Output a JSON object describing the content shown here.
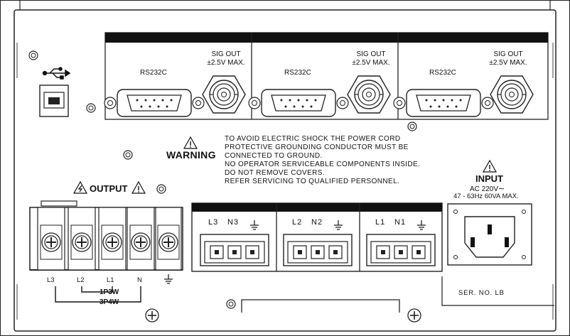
{
  "usb": {
    "icon": "usb-icon"
  },
  "modules": [
    {
      "rs232c": "RS232C",
      "sig_out": "SIG OUT",
      "sig_range": "±2.5V MAX."
    },
    {
      "rs232c": "RS232C",
      "sig_out": "SIG OUT",
      "sig_range": "±2.5V MAX."
    },
    {
      "rs232c": "RS232C",
      "sig_out": "SIG OUT",
      "sig_range": "±2.5V MAX."
    }
  ],
  "warning": {
    "title": "WARNING",
    "lines": [
      "TO AVOID ELECTRIC SHOCK THE POWER CORD",
      "PROTECTIVE GROUNDING CONDUCTOR MUST BE",
      "CONNECTED TO GROUND.",
      "NO OPERATOR SERVICEABLE COMPONENTS INSIDE.",
      "DO NOT REMOVE COVERS.",
      "REFER SERVICING TO QUALIFIED PERSONNEL."
    ]
  },
  "output": {
    "title": "OUTPUT",
    "terminals": [
      "L3",
      "L2",
      "L1",
      "N"
    ],
    "config_1p3w": "1P3W",
    "config_3p4w": "3P4W"
  },
  "inputs": [
    {
      "line": "L3",
      "neutral": "N3"
    },
    {
      "line": "L2",
      "neutral": "N2"
    },
    {
      "line": "L1",
      "neutral": "N1"
    }
  ],
  "power_input": {
    "title": "INPUT",
    "voltage": "AC 220V",
    "spec": "47 - 63Hz  60VA MAX."
  },
  "serial": {
    "label": "SER. NO. LB"
  },
  "colors": {
    "line": "#1a1a1a",
    "panel": "#ffffff",
    "dark": "#111111",
    "light": "#e8e8e8"
  }
}
